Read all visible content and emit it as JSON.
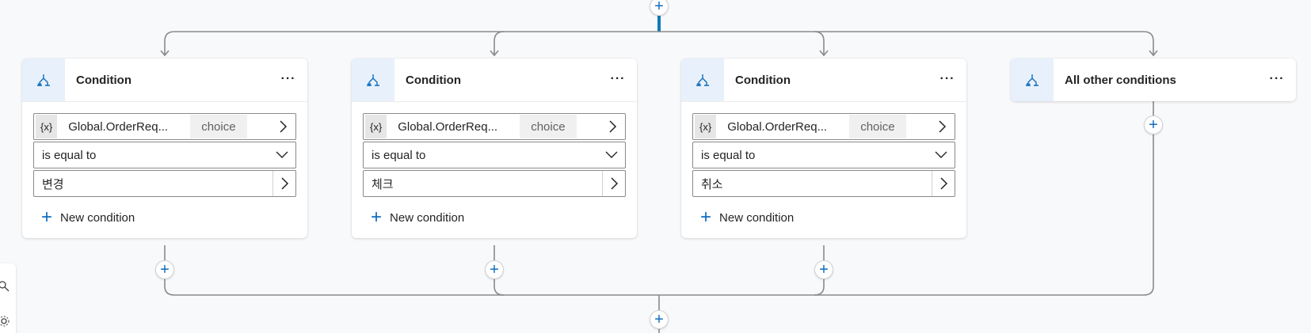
{
  "colors": {
    "accent": "#0f6cbd",
    "connector": "#8a8a8a",
    "top_trunk": "#0f7ab8",
    "icon_bg": "#e8f1fb"
  },
  "icons": {
    "add": "+",
    "more": "···",
    "branch": "branch-icon",
    "variable": "variable-icon"
  },
  "branches": [
    {
      "title": "Condition",
      "variable": {
        "token": "{x}",
        "name": "Global.OrderReq...",
        "type": "choice"
      },
      "operator": "is equal to",
      "value": "변경",
      "new_condition_label": "New condition"
    },
    {
      "title": "Condition",
      "variable": {
        "token": "{x}",
        "name": "Global.OrderReq...",
        "type": "choice"
      },
      "operator": "is equal to",
      "value": "체크",
      "new_condition_label": "New condition"
    },
    {
      "title": "Condition",
      "variable": {
        "token": "{x}",
        "name": "Global.OrderReq...",
        "type": "choice"
      },
      "operator": "is equal to",
      "value": "취소",
      "new_condition_label": "New condition"
    },
    {
      "title": "All other conditions"
    }
  ]
}
